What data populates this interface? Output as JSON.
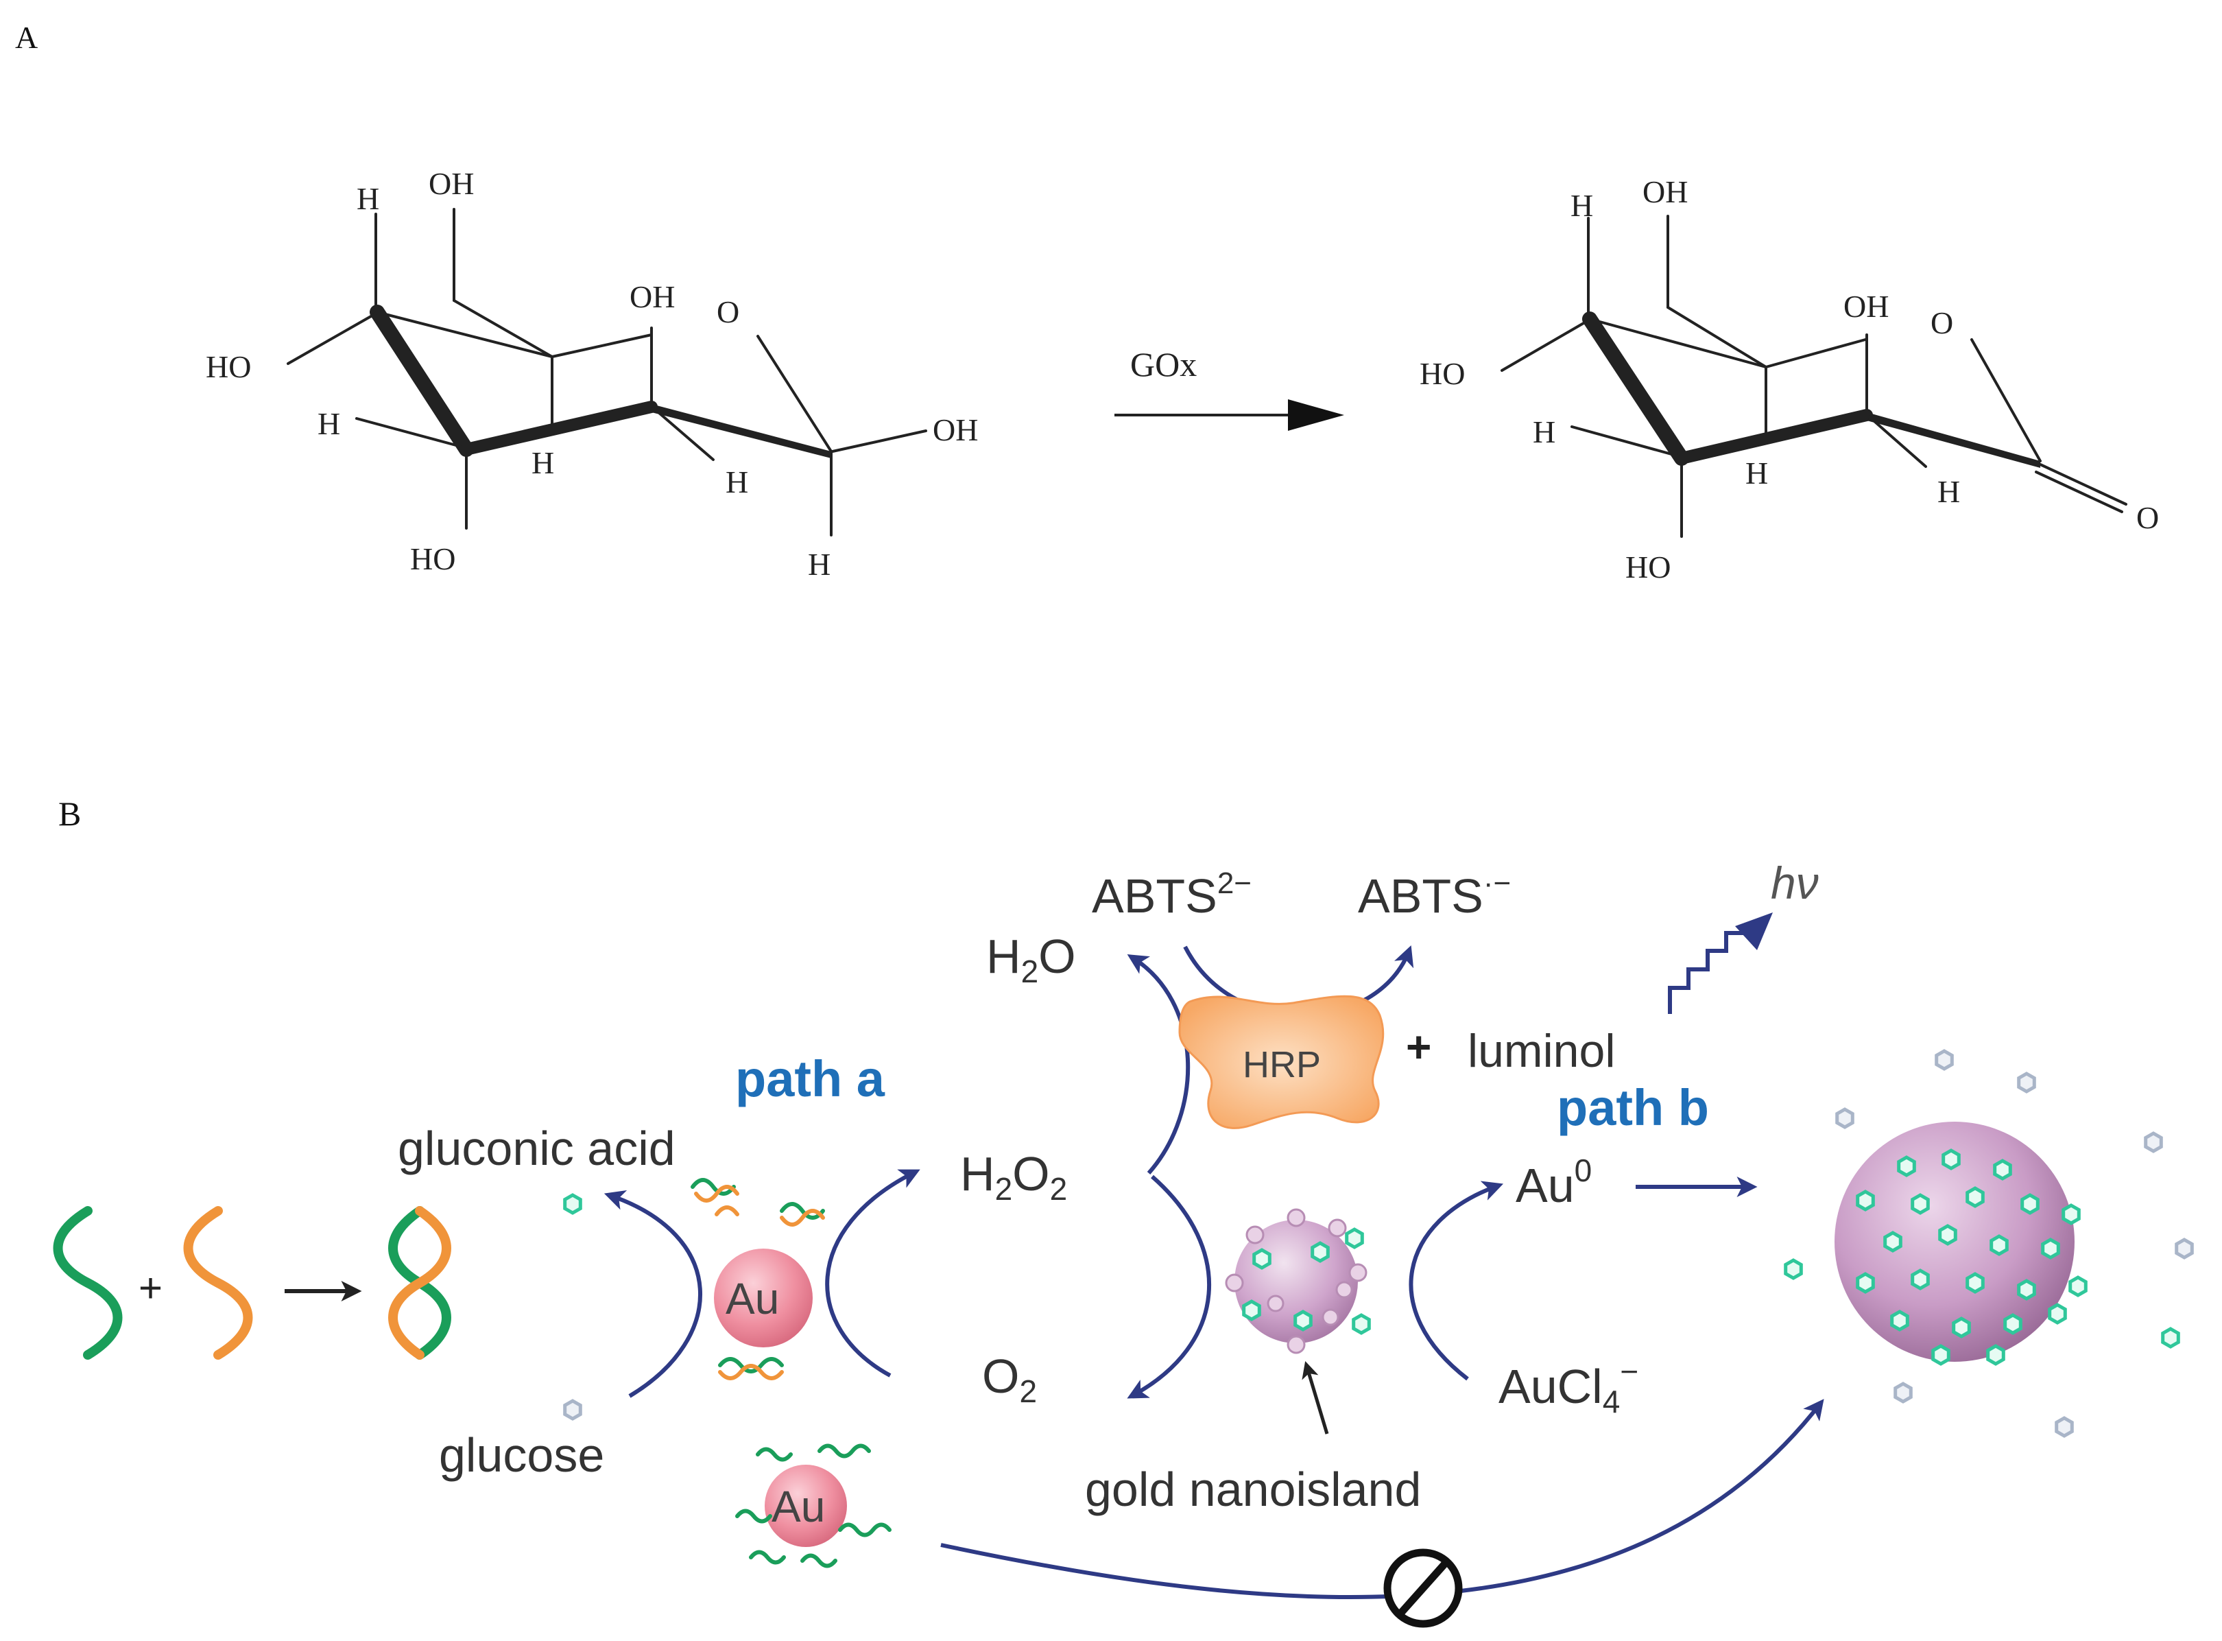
{
  "panel_a": {
    "label": "A",
    "glucose": {
      "oh_top": "OH",
      "h_top": "H",
      "oh_ring": "OH",
      "o_ring": "O",
      "ho_left": "HO",
      "h_left": "H",
      "h_mid1": "H",
      "h_mid2": "H",
      "oh_right": "OH",
      "ho_bottom": "HO",
      "h_bottom": "H"
    },
    "enzyme": "GOx",
    "lactone": {
      "oh_top": "OH",
      "h_top": "H",
      "oh_ring": "OH",
      "o_ring": "O",
      "ho_left": "HO",
      "h_left": "H",
      "h_mid1": "H",
      "h_mid2": "H",
      "o_carbonyl": "O",
      "ho_bottom": "HO"
    }
  },
  "panel_b": {
    "label": "B",
    "abts_reduced": "ABTS",
    "abts_reduced_charge": "2−",
    "abts_oxidized": "ABTS",
    "abts_oxidized_charge": "·−",
    "hv": "hν",
    "h2o": "H",
    "h2o_sub": "2",
    "h2o_o": "O",
    "hrp": "HRP",
    "plus_luminol": "+",
    "luminol": "luminol",
    "path_a": "path a",
    "path_b": "path b",
    "gluconic_acid": "gluconic acid",
    "h2o2_h": "H",
    "h2o2_sub1": "2",
    "h2o2_o": "O",
    "h2o2_sub2": "2",
    "au0": "Au",
    "au0_sup": "0",
    "plus_dna": "+",
    "au": "Au",
    "au_dna": "Au",
    "o2": "O",
    "o2_sub": "2",
    "aucl4": "AuCl",
    "aucl4_sub": "4",
    "aucl4_sup": "−",
    "glucose": "glucose",
    "gold_nanoisland": "gold nanoisland"
  },
  "colors": {
    "arrow_blue": "#2e3a85",
    "path_label_blue": "#1f6fb8",
    "dna_green": "#1a9e5a",
    "dna_orange": "#f0943a",
    "au_pink": "#ef8fa0",
    "hrp_orange": "#f7a865",
    "nanoisland_purple": "#c99cc6",
    "hexagon_green": "#2fc79a",
    "hexagon_grey": "#a9b5c8"
  }
}
